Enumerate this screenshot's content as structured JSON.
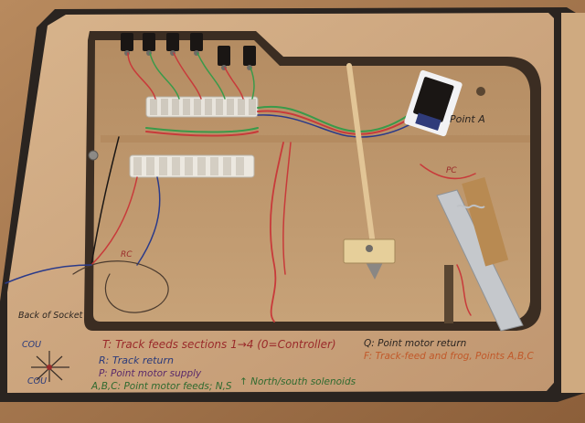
{
  "photo": {
    "annotations": {
      "track_feeds": "T: Track feeds sections 1→4 (0=Controller)",
      "track_return": "R: Track return",
      "point_motor_supply": "P: Point motor supply",
      "point_motor_feeds": "A,B,C: Point motor feeds; N,S",
      "north_south": "↑ North/south solenoids",
      "point_motor_return": "Q: Point motor return",
      "frog_feed": "F: Track-feed and frog, Points A,B,C",
      "back_of_socket": "Back of Socket",
      "point_a": "Point A",
      "pc_label": "PC",
      "rc_label": "RC"
    }
  }
}
